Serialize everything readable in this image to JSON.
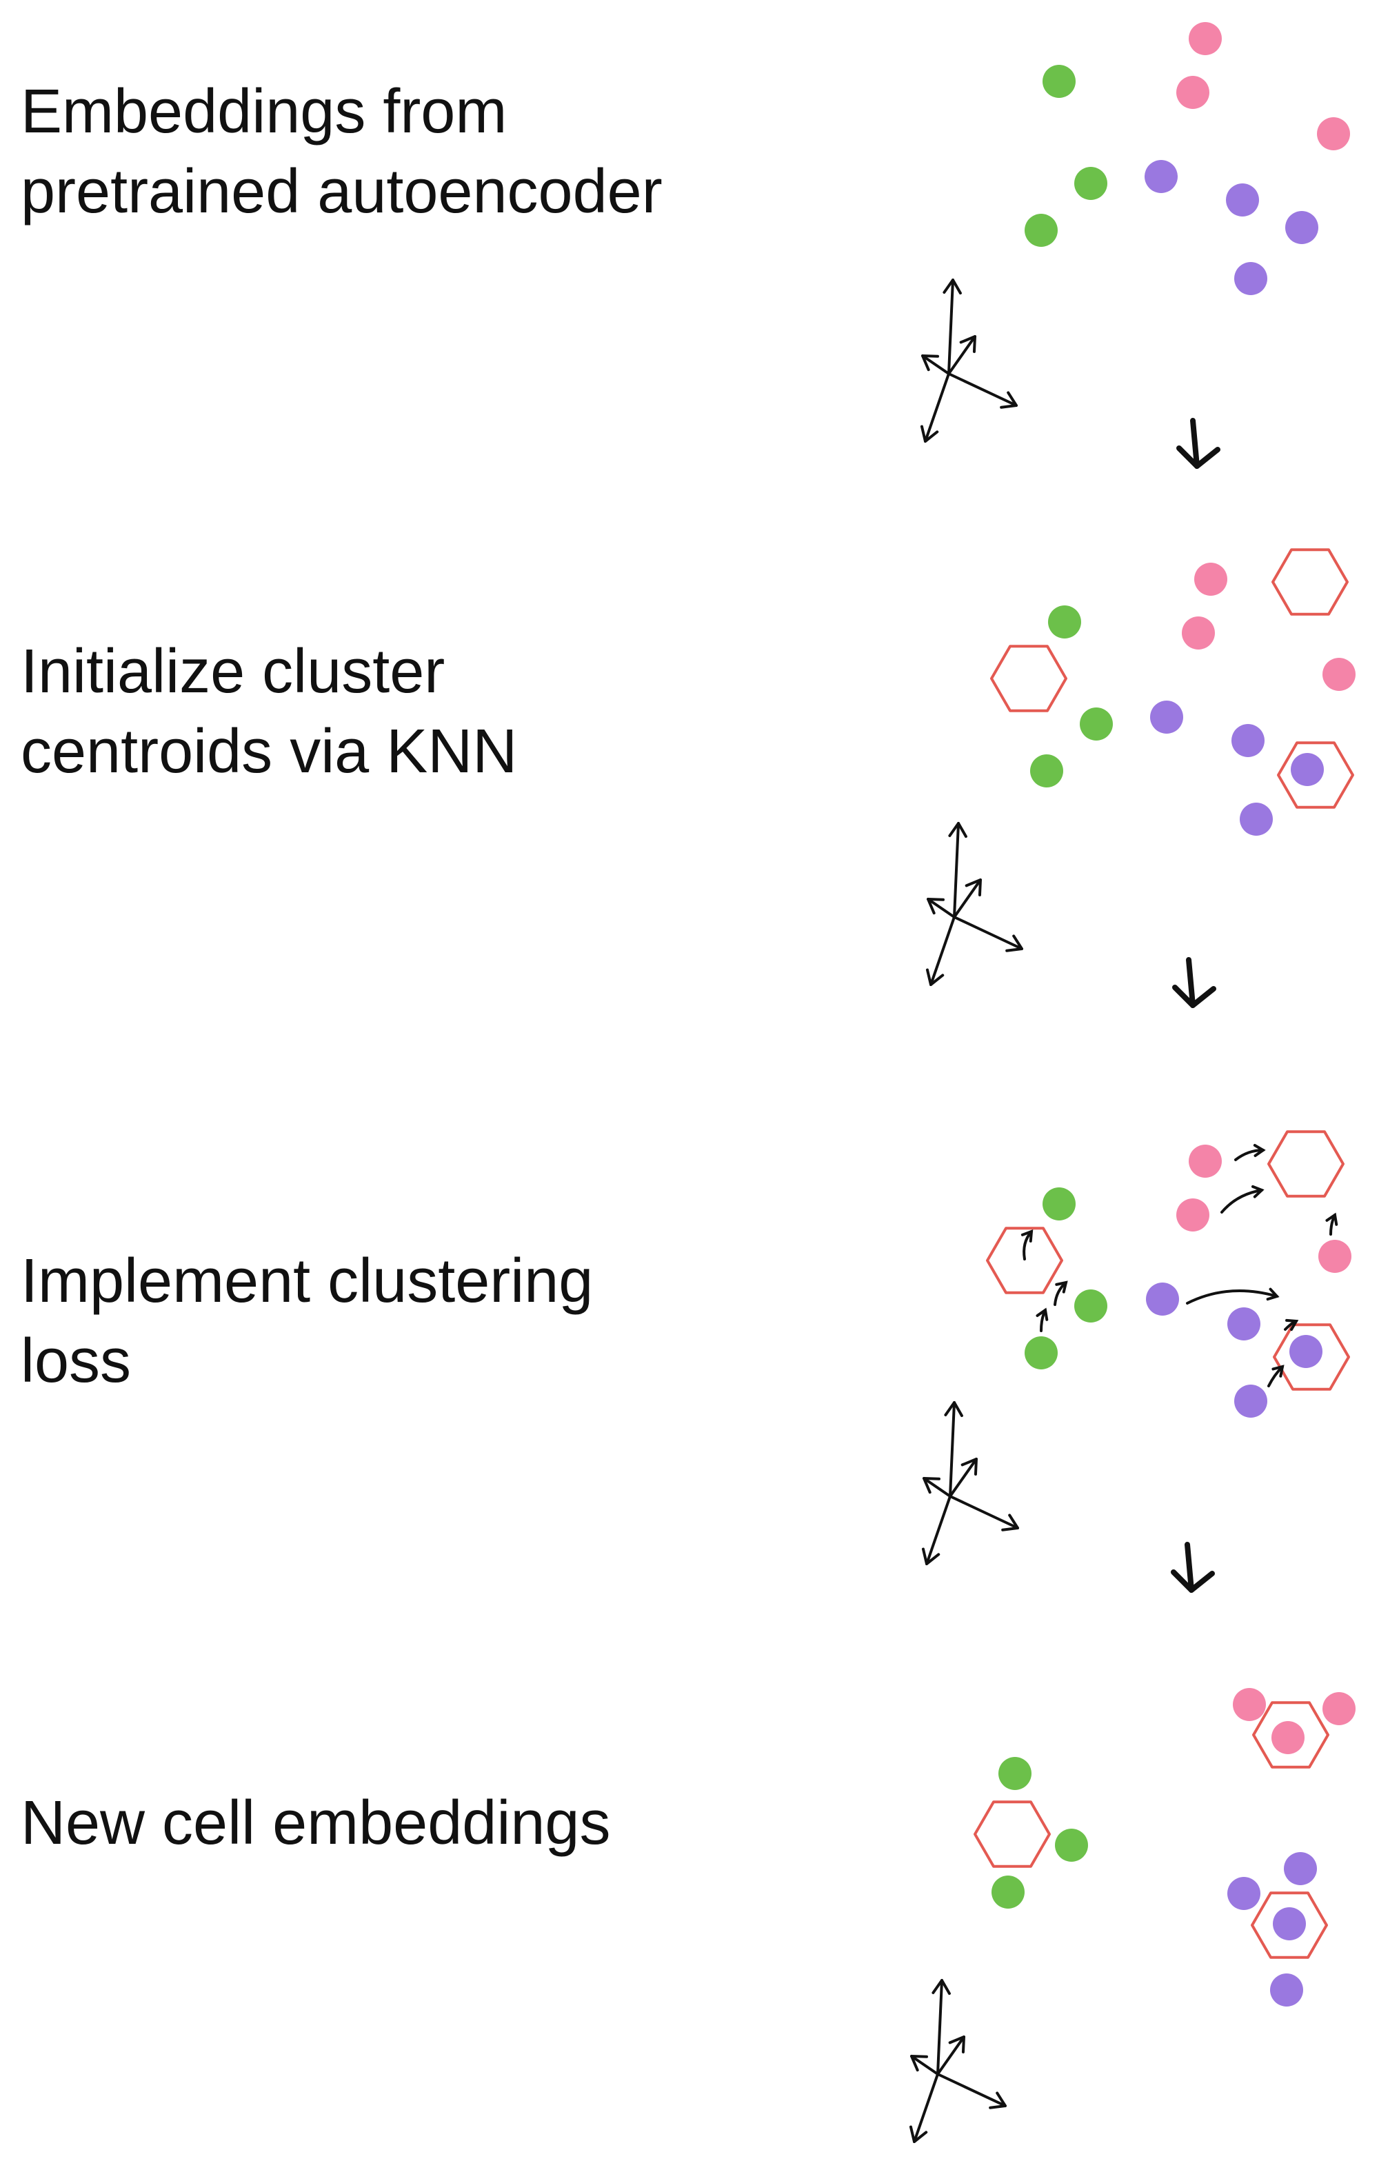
{
  "colors": {
    "cluster_green": "#6cc04a",
    "cluster_pink": "#f484a8",
    "cluster_purple": "#9a78e0",
    "centroid_outline": "#e45a52",
    "ink": "#111111"
  },
  "icons": {
    "axes": "3d-axes-icon",
    "arrow": "arrow-down-icon",
    "centroid": "hexagon-centroid-icon",
    "point": "embedding-point-dot"
  },
  "stages": [
    {
      "id": "embeddings",
      "lines": [
        "Embeddings from",
        "pretrained autoencoder"
      ],
      "centroids_shown": 0,
      "centroid_moves_shown": false
    },
    {
      "id": "init-centroids",
      "lines": [
        "Initialize cluster",
        "centroids via KNN"
      ],
      "centroids_shown": 3,
      "centroid_moves_shown": false
    },
    {
      "id": "clustering-loss",
      "lines": [
        "Implement clustering",
        "loss"
      ],
      "centroids_shown": 3,
      "centroid_moves_shown": true
    },
    {
      "id": "new-embeddings",
      "lines": [
        "New cell embeddings"
      ],
      "centroids_shown": 3,
      "centroid_moves_shown": false
    }
  ]
}
